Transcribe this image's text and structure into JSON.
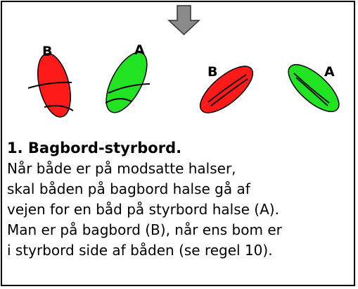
{
  "diagram": {
    "boat_labels": {
      "boat1": "B",
      "boat2": "A",
      "boat3": "B",
      "boat4": "A"
    },
    "colors": {
      "port_boat": "#ff1a1a",
      "starboard_boat": "#22e322",
      "arrow": "#8a8a8a",
      "outline": "#000000"
    },
    "icons": [
      "down-arrow-icon",
      "boat-icon"
    ]
  },
  "rule": {
    "title": "1. Bagbord-styrbord.",
    "lines": [
      "Når både er på modsatte halser,",
      "skal båden på bagbord halse gå af",
      "vejen for en båd på styrbord halse (A).",
      "Man er på bagbord (B), når ens bom er",
      "i styrbord side af båden (se regel 10)."
    ]
  }
}
